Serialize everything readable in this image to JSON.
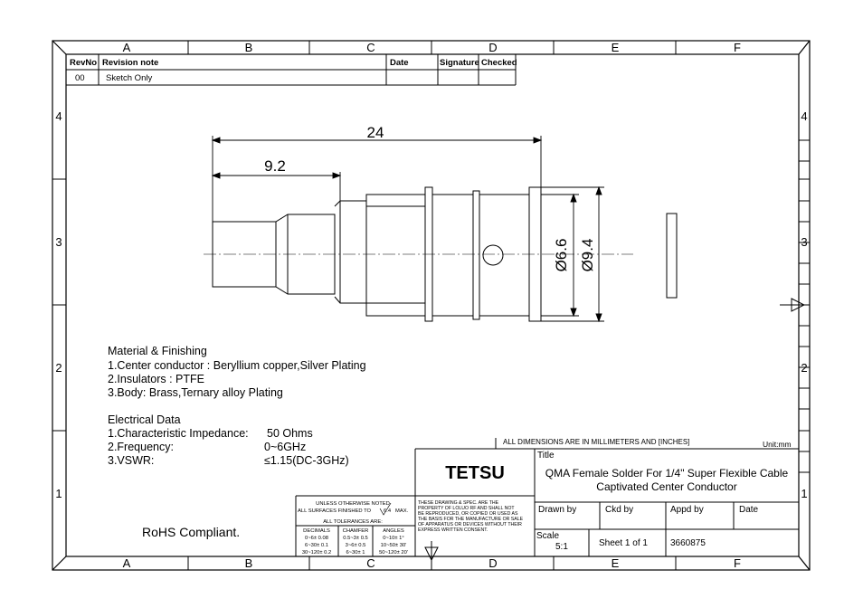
{
  "frame": {
    "columns": [
      "A",
      "B",
      "C",
      "D",
      "E",
      "F"
    ],
    "rows_left": [
      "4",
      "3",
      "2",
      "1"
    ],
    "rows_right": [
      "4",
      "3",
      "2",
      "1"
    ]
  },
  "revision_table": {
    "headers": [
      "RevNo",
      "Revision note",
      "Date",
      "Signature",
      "Checked"
    ],
    "rows": [
      [
        "00",
        "Sketch Only",
        "",
        "",
        ""
      ]
    ]
  },
  "dimensions": {
    "overall_length": "24",
    "front_length": "9.2",
    "diameter_inner": "Ø6.6",
    "diameter_outer": "Ø9.4"
  },
  "notes": {
    "material_title": "Material & Finishing",
    "material_lines": [
      "1.Center conductor : Beryllium copper,Silver Plating",
      "2.Insulators  :  PTFE",
      "3.Body: Brass,Ternary alloy Plating"
    ],
    "electrical_title": "Electrical Data",
    "electrical_rows": [
      {
        "label": "1.Characteristic Impedance:",
        "value": "50 Ohms"
      },
      {
        "label": "2.Frequency:",
        "value": "0~6GHz"
      },
      {
        "label": "3.VSWR:",
        "value": "≤1.15(DC-3GHz)"
      }
    ],
    "rohs": "RoHS Compliant."
  },
  "title_block": {
    "dimensions_note": "ALL DIMENSIONS ARE IN MILLIMETERS AND [INCHES]",
    "unit": "Unit:mm",
    "company": "TETSU",
    "title_label": "Title",
    "title_line1": "QMA  Female  Solder For 1/4\" Super Flexible Cable",
    "title_line2": "Captivated Center Conductor",
    "drawn_by_label": "Drawn by",
    "ckd_by_label": "Ckd by",
    "appd_by_label": "Appd by",
    "date_label": "Date",
    "scale_label": "Scale",
    "scale_value": "5:1",
    "sheet": "Sheet 1 of 1",
    "drawing_no": "3660875",
    "copyright_lines": [
      "THESE DRAWING & SPEC. ARE THE",
      "PROPERTY OF LOLUO RF AND SHALL NOT",
      "BE REPRODUCED, OR COPIED OR USED AS",
      "THE BASIS FOR THE MANUFACTURE OR SALE",
      "OF APPARATUS OR DEVICES WITHOUT THEIR",
      "EXPRESS WRITTEN CONSENT."
    ],
    "tolerance": {
      "line1": "UNLESS OTHERWISE NOTED",
      "line2": "ALL SURFACES FINISHED TO",
      "finish_value": "6.4",
      "finish_max": "MAX.",
      "line3": "ALL TOLERANCES ARE:",
      "headers": [
        "DECIMALS",
        "CHAMFER",
        "ANGLES"
      ],
      "rows": [
        [
          "0~6± 0.08",
          "0.5~3± 0.5",
          "0~10± 1°"
        ],
        [
          "6~30± 0.1",
          "3~6± 0.5",
          "10~50± 30'"
        ],
        [
          "30~120± 0.2",
          "6~30± 1",
          "50~120± 20'"
        ]
      ]
    }
  },
  "colors": {
    "line": "#000000",
    "background": "#ffffff",
    "centerline": "#555555"
  }
}
